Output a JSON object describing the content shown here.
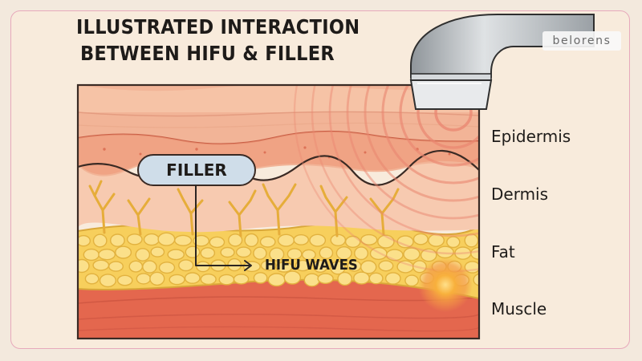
{
  "title": {
    "line1": "ILLUSTRATED INTERACTION",
    "line2": "BETWEEN HIFU & FILLER"
  },
  "brand": "belorens",
  "callouts": {
    "filler": "FILLER",
    "hifu_waves": "HIFU WAVES"
  },
  "layers": [
    {
      "name": "Epidermis"
    },
    {
      "name": "Dermis"
    },
    {
      "name": "Fat"
    },
    {
      "name": "Muscle"
    }
  ],
  "colors": {
    "background": "#f8ebdc",
    "frame_border": "#e7a9bb",
    "epidermis": "#f2b497",
    "dermis": "#f7cab0",
    "fat": "#f7cf5c",
    "muscle": "#e4674e",
    "wave": "#ea8670",
    "focal_point": "#f5922a",
    "filler": "#cfdde9",
    "probe": "#b3b8bc",
    "text": "#1e1b19"
  },
  "icons": [
    "hifu-probe-icon",
    "fat-cells-icon",
    "vessels-icon",
    "arrow-icon"
  ]
}
